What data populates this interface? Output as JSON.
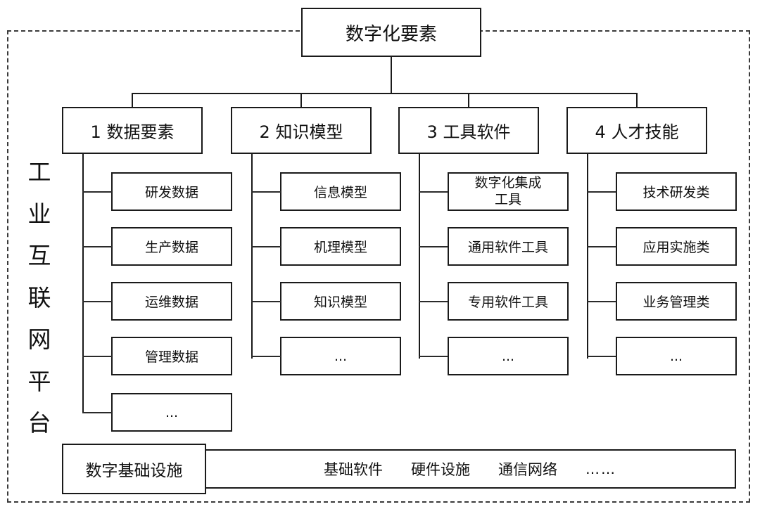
{
  "diagram": {
    "platform_label": "工业互联网平台",
    "platform_label_chars": [
      "工",
      "业",
      "互",
      "联",
      "网",
      "平",
      "台"
    ],
    "root": {
      "label": "数字化要素"
    },
    "columns": [
      {
        "id": "col-1",
        "header": "1 数据要素",
        "items": [
          "研发数据",
          "生产数据",
          "运维数据",
          "管理数据",
          "..."
        ]
      },
      {
        "id": "col-2",
        "header": "2 知识模型",
        "items": [
          "信息模型",
          "机理模型",
          "知识模型",
          "..."
        ]
      },
      {
        "id": "col-3",
        "header": "3 工具软件",
        "items": [
          "数字化集成\n工具",
          "通用软件工具",
          "专用软件工具",
          "..."
        ]
      },
      {
        "id": "col-4",
        "header": "4 人才技能",
        "items": [
          "技术研发类",
          "应用实施类",
          "业务管理类",
          "..."
        ]
      }
    ],
    "infrastructure": {
      "label": "数字基础设施",
      "items": [
        "基础软件",
        "硬件设施",
        "通信网络",
        "……"
      ]
    },
    "colors": {
      "stroke": "#1a1a1a",
      "dashed_stroke": "#3a3a3a",
      "background": "#ffffff",
      "text": "#111111"
    }
  }
}
